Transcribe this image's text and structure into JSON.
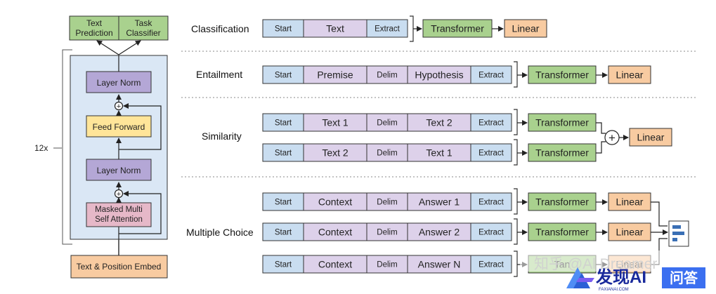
{
  "colors": {
    "start": "#c9ddf0",
    "text": "#ddd1ea",
    "transformer": "#a9d18e",
    "linear": "#f8cba1",
    "layer_norm": "#b4a7d6",
    "feed_forward": "#ffe599",
    "attention": "#e6b8c8",
    "embed": "#f8cba1",
    "stack_bg": "#dae7f5",
    "outputs": "#a9d18e",
    "stroke": "#333333"
  },
  "left": {
    "outputs": [
      "Text Prediction",
      "Task Classifier"
    ],
    "layer_norm_top": "Layer Norm",
    "feed_forward": "Feed Forward",
    "layer_norm_bottom": "Layer Norm",
    "attention": "Masked Multi Self Attention",
    "embed": "Text & Position Embed",
    "repeat": "12x",
    "plus_symbol": "+"
  },
  "tasks": {
    "classification": {
      "label": "Classification",
      "tokens": [
        "Start",
        "Text",
        "Extract"
      ],
      "transformer": "Transformer",
      "linear": "Linear"
    },
    "entailment": {
      "label": "Entailment",
      "tokens": [
        "Start",
        "Premise",
        "Delim",
        "Hypothesis",
        "Extract"
      ],
      "transformer": "Transformer",
      "linear": "Linear"
    },
    "similarity": {
      "label": "Similarity",
      "rows": [
        {
          "tokens": [
            "Start",
            "Text 1",
            "Delim",
            "Text 2",
            "Extract"
          ],
          "transformer": "Transformer"
        },
        {
          "tokens": [
            "Start",
            "Text 2",
            "Delim",
            "Text 1",
            "Extract"
          ],
          "transformer": "Transformer"
        }
      ],
      "plus_symbol": "+",
      "linear": "Linear"
    },
    "multiple_choice": {
      "label": "Multiple Choice",
      "rows": [
        {
          "tokens": [
            "Start",
            "Context",
            "Delim",
            "Answer 1",
            "Extract"
          ],
          "transformer": "Transformer",
          "linear": "Linear"
        },
        {
          "tokens": [
            "Start",
            "Context",
            "Delim",
            "Answer 2",
            "Extract"
          ],
          "transformer": "Transformer",
          "linear": "Linear"
        },
        {
          "tokens": [
            "Start",
            "Context",
            "Delim",
            "Answer N",
            "Extract"
          ],
          "transformer": "Tan",
          "linear": "Linear"
        }
      ]
    }
  },
  "watermark": {
    "zhihu": "知乎 @Al Dreamer",
    "brand": "发现AI",
    "brand_sub": "FAXIANAI.COM",
    "ask": "问答"
  }
}
